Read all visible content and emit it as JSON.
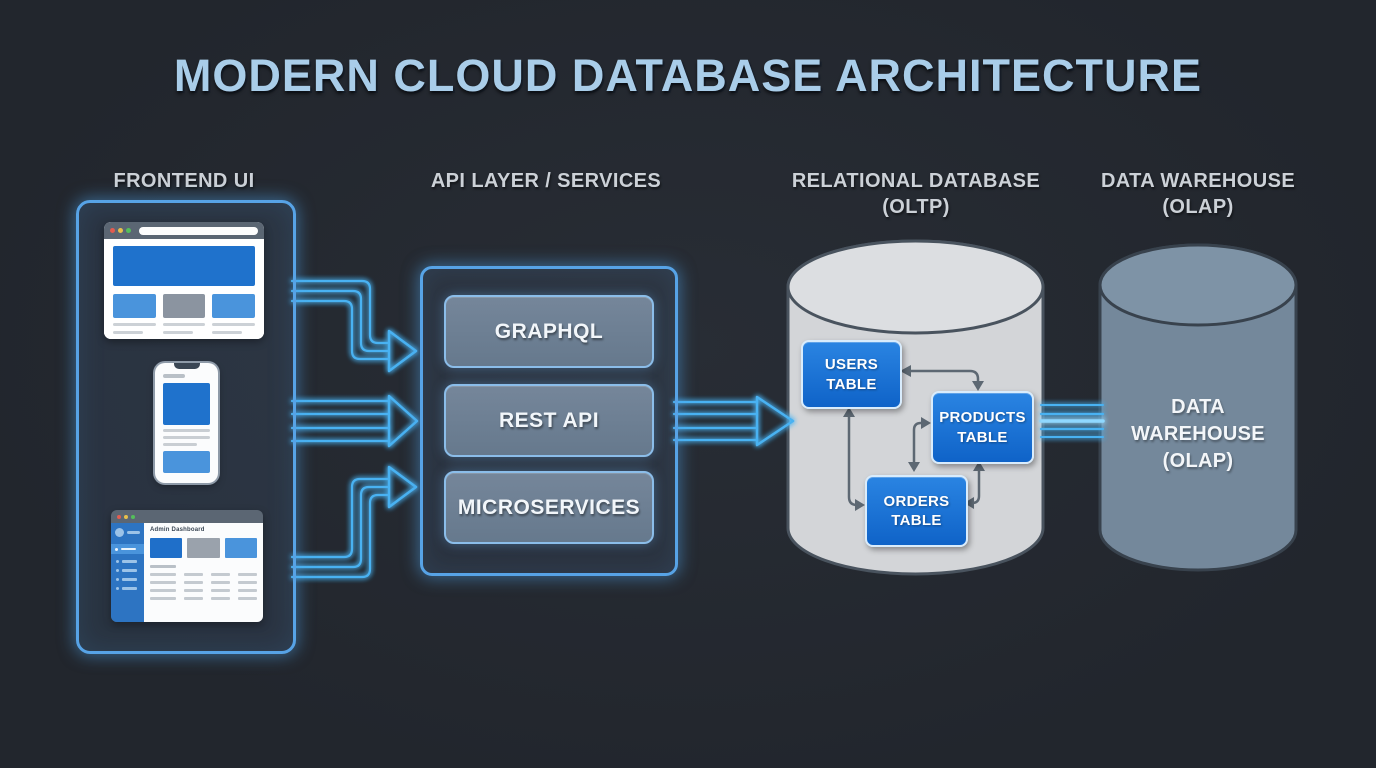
{
  "title": "MODERN CLOUD DATABASE ARCHITECTURE",
  "columns": {
    "frontend": {
      "label": "FRONTEND UI"
    },
    "api": {
      "label": "API LAYER / SERVICES"
    },
    "database": {
      "label": "RELATIONAL DATABASE",
      "sublabel": "(OLTP)"
    },
    "warehouse": {
      "label": "DATA WAREHOUSE",
      "sublabel": "(OLAP)"
    }
  },
  "frontend": {
    "dashboard_title": "Admin Dashboard"
  },
  "api_layer": {
    "services": [
      {
        "label": "GRAPHQL"
      },
      {
        "label": "REST API"
      },
      {
        "label": "MICROSERVICES"
      }
    ]
  },
  "database": {
    "tables": [
      {
        "label": "USERS\nTABLE"
      },
      {
        "label": "PRODUCTS\nTABLE"
      },
      {
        "label": "ORDERS\nTABLE"
      }
    ]
  },
  "warehouse": {
    "body_label": "DATA\nWAREHOUSE\n(OLAP)"
  },
  "colors": {
    "background": "#24282f",
    "title": "#a9cde9",
    "heading": "#ccd1d7",
    "neon_accent": "#4ab2f2",
    "panel_border": "#57a3e6",
    "table_blue": "#1570d4",
    "api_box_fill": "#6e8093",
    "db_cylinder_fill": "#d3d5d8",
    "warehouse_fill": "#74889b",
    "relation_arrow": "#5d6873"
  }
}
